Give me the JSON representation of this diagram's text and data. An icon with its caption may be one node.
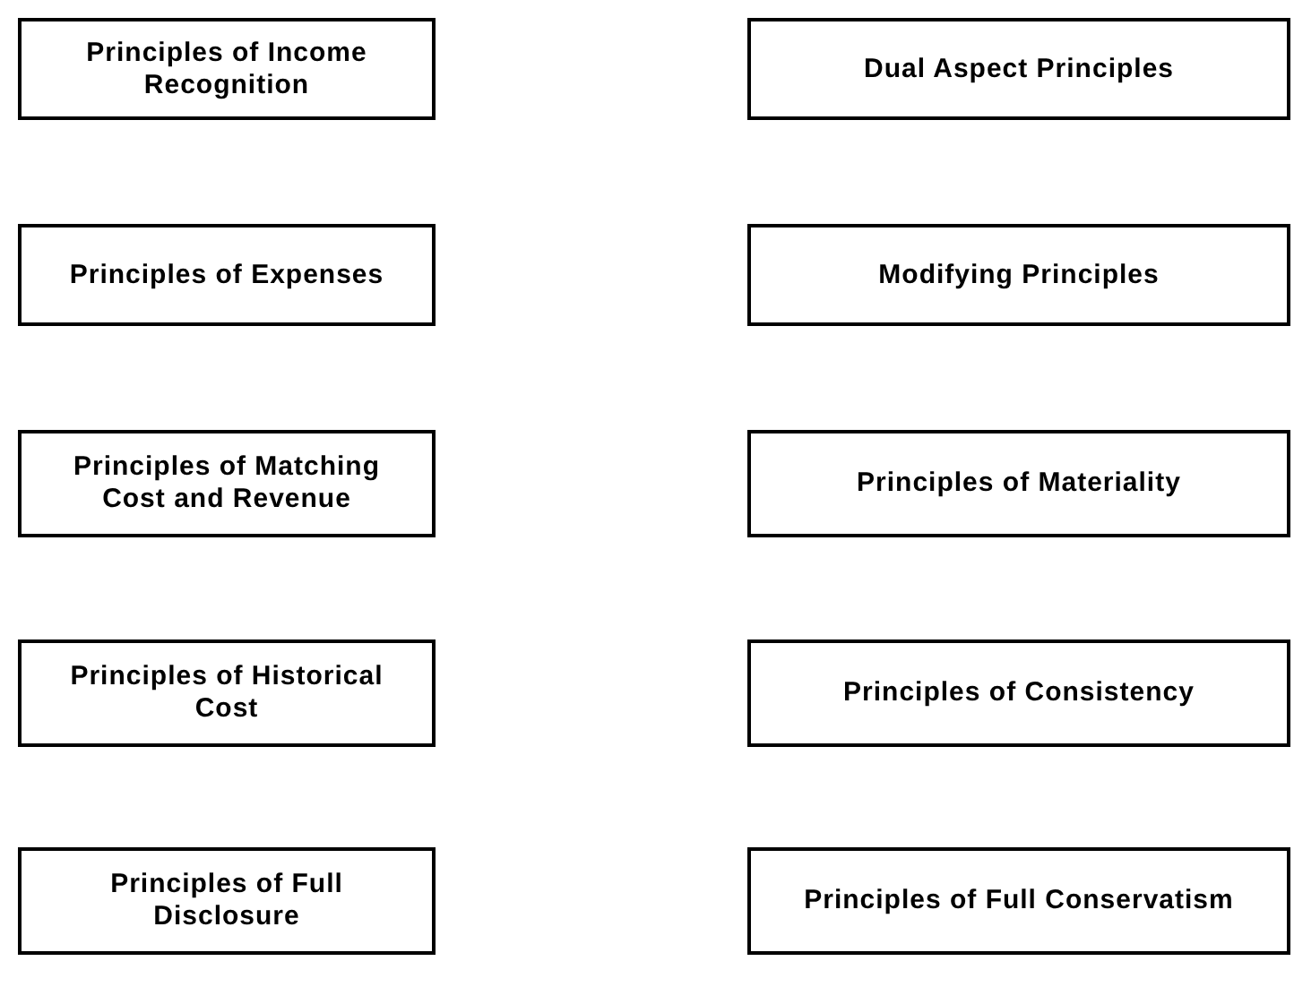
{
  "diagram": {
    "nodes": [
      {
        "text": [
          "Principles of Income Recognition"
        ]
      },
      {
        "text": [
          "Dual Aspect Principles"
        ]
      },
      {
        "text": [
          "Principles of Expenses"
        ]
      },
      {
        "text": [
          "Modifying Principles"
        ]
      },
      {
        "text": [
          "Principles of Matching Cost and Revenue"
        ]
      },
      {
        "text": [
          "Principles of Materiality"
        ]
      },
      {
        "text": [
          "Principles of Historical Cost"
        ]
      },
      {
        "text": [
          "Principles of Consistency"
        ]
      },
      {
        "text": [
          "Principles of Full Disclosure"
        ]
      },
      {
        "text": [
          "Principles of Full Conservatism"
        ]
      }
    ]
  }
}
